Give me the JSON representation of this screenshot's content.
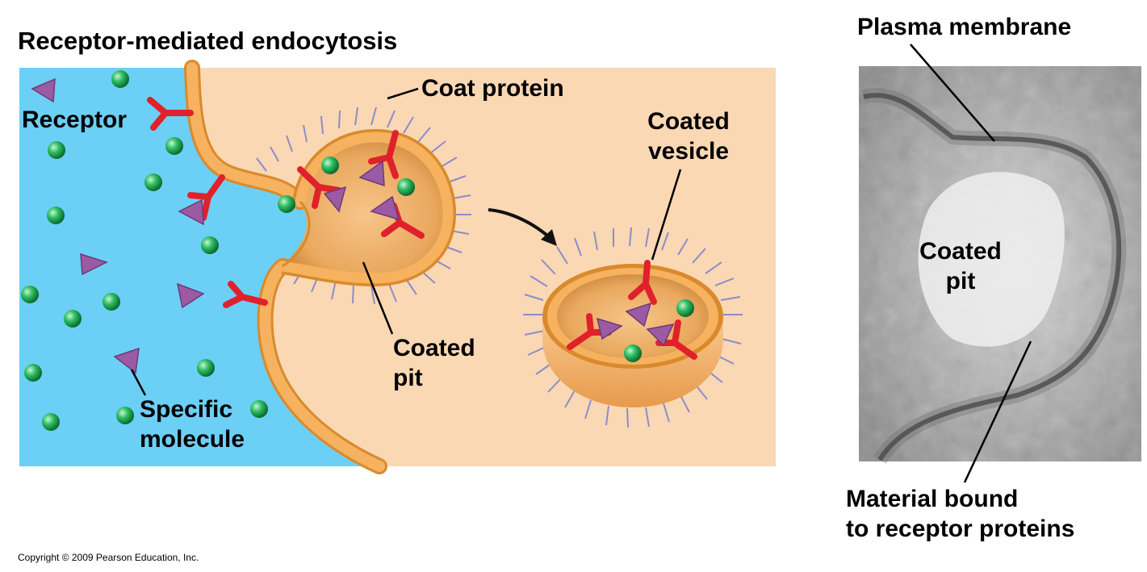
{
  "title": "Receptor-mediated endocytosis",
  "labels": {
    "receptor": "Receptor",
    "coat_protein": "Coat protein",
    "coated_vesicle": [
      "Coated",
      "vesicle"
    ],
    "coated_pit": [
      "Coated",
      "pit"
    ],
    "specific_molecule": [
      "Specific",
      "molecule"
    ],
    "plasma_membrane": "Plasma membrane",
    "micrograph_coated_pit": [
      "Coated",
      "pit"
    ],
    "material_bound": [
      "Material bound",
      "to receptor proteins"
    ]
  },
  "copyright": "Copyright © 2009 Pearson Education, Inc.",
  "colors": {
    "extracellular": "#6ccff6",
    "cytoplasm": "#fbd8b4",
    "membrane": "#f6b25e",
    "membrane_edge": "#d98a2c",
    "receptor": "#e0212b",
    "molecule_triangle": "#9b5ba3",
    "molecule_sphere": "#1fa84f",
    "coat_spikes": "#8c8cc8",
    "micrograph": "#b8b8b8"
  }
}
